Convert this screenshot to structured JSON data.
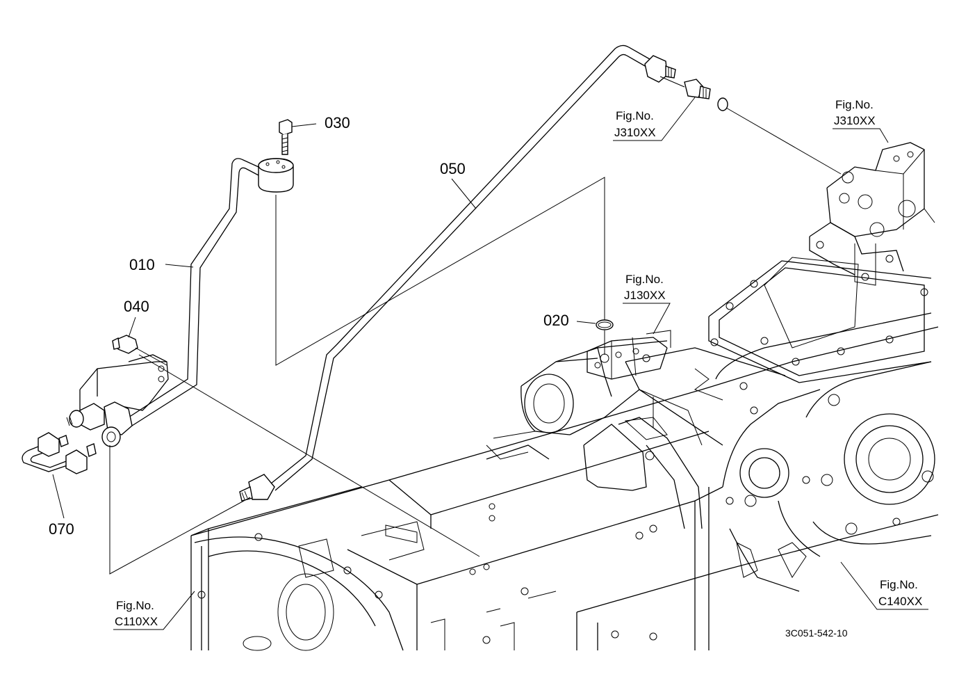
{
  "labels": {
    "p010": "010",
    "p020": "020",
    "p030": "030",
    "p040": "040",
    "p050": "050",
    "p070": "070"
  },
  "figrefs": {
    "j310_left": {
      "line1": "Fig.No.",
      "line2": "J310XX"
    },
    "j310_right": {
      "line1": "Fig.No.",
      "line2": "J310XX"
    },
    "j130": {
      "line1": "Fig.No.",
      "line2": "J130XX"
    },
    "c110": {
      "line1": "Fig.No.",
      "line2": "C110XX"
    },
    "c140": {
      "line1": "Fig.No.",
      "line2": "C140XX"
    }
  },
  "drawing_code": "3C051-542-10"
}
